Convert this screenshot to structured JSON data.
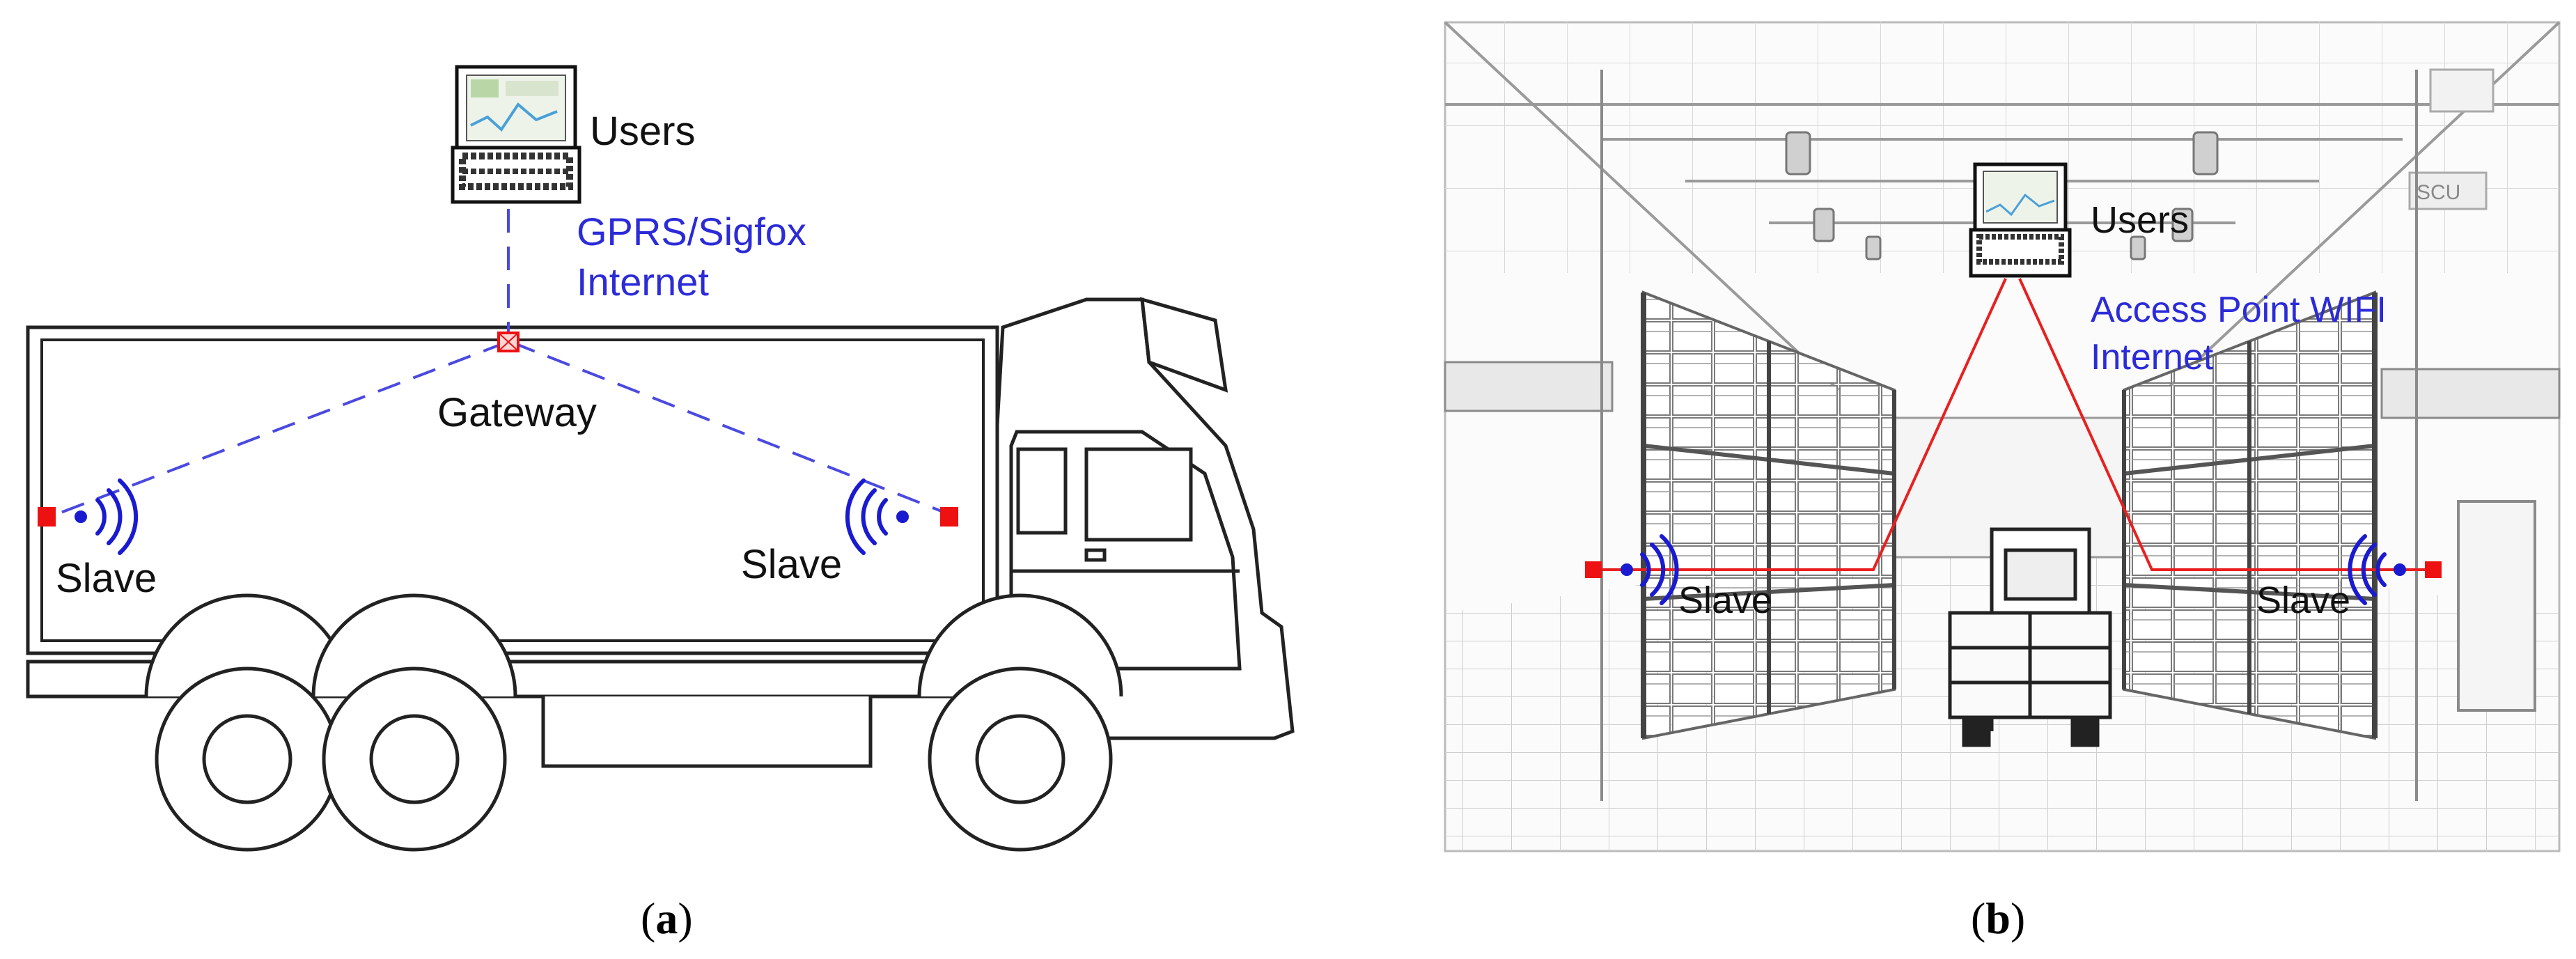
{
  "panel_a": {
    "users_label": "Users",
    "network_line1": "GPRS/Sigfox",
    "network_line2": "Internet",
    "gateway_label": "Gateway",
    "slave_left_label": "Slave",
    "slave_right_label": "Slave",
    "caption_open": "(",
    "caption_letter": "a",
    "caption_close": ")"
  },
  "panel_b": {
    "users_label": "Users",
    "network_line1": "Access Point WIFI",
    "network_line2": "Internet",
    "slave_left_label": "Slave",
    "slave_right_label": "Slave",
    "sign_label": "SCU",
    "caption_open": "(",
    "caption_letter": "b",
    "caption_close": ")"
  },
  "colors": {
    "network_text": "#2b2bd8",
    "link_a": "#4a4ae0",
    "link_b": "#e82020",
    "node": "#ee1111",
    "wifi": "#1a1ad0",
    "outline": "#222222"
  }
}
